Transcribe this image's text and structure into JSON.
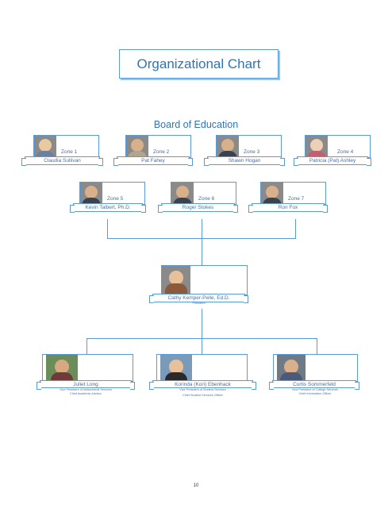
{
  "title": "Organizational Chart",
  "board_title": "Board of Education",
  "board_members": [
    {
      "zone": "Zone 1",
      "name": "Claudia Sullivan"
    },
    {
      "zone": "Zone 2",
      "name": "Pat Fahey"
    },
    {
      "zone": "Zone 3",
      "name": "Shawn Hogan"
    },
    {
      "zone": "Zone 4",
      "name": "Patricia (Pat) Ashley"
    },
    {
      "zone": "Zone 5",
      "name": "Kevin Talbert, Ph.D."
    },
    {
      "zone": "Zone 6",
      "name": "Roger Stokes"
    },
    {
      "zone": "Zone 7",
      "name": "Ron Fox"
    }
  ],
  "president": {
    "name": "Cathy Kemper-Pelle, Ed.D.",
    "title": "President"
  },
  "vice_presidents": [
    {
      "name": "Juliet Long",
      "title": "Vice President of Instructional Services",
      "role": "Chief Academic Advisor"
    },
    {
      "name": "Korinda (Kori) Ebenhack",
      "title": "Vice President of Student Services",
      "role": "Chief Student Services Officer"
    },
    {
      "name": "Curtis Sommerfeld",
      "title": "Vice President of College Services",
      "role": "Chief Information Officer"
    }
  ],
  "page_number": "10",
  "colors": {
    "accent": "#5b9bd5",
    "title_text": "#2e75b6",
    "label_text": "#4a6fa5"
  }
}
